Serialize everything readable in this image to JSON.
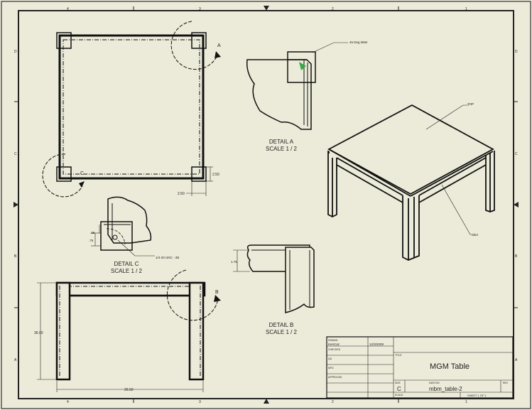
{
  "border": {
    "col_labels": [
      "4",
      "3",
      "2",
      "1"
    ],
    "row_labels": [
      "D",
      "C",
      "B",
      "A"
    ]
  },
  "details": {
    "a": {
      "letter": "A",
      "title": "DETAIL  A",
      "scale": "SCALE 1 / 2"
    },
    "b": {
      "letter": "B",
      "title": "DETAIL  B",
      "scale": "SCALE 1 / 2"
    },
    "c": {
      "letter": "C",
      "title": "DETAIL  C",
      "scale": "SCALE 1 / 2"
    }
  },
  "annotations": {
    "miter": "45 Deg Miter",
    "top": "TOP",
    "skirt": "Skirt",
    "bolt": "1/4-20 UNC - 2B"
  },
  "dimensions": {
    "top_2_50_v": "2.50",
    "top_2_50_h": "2.50",
    "det_c_25": ".25",
    "det_c_75": ".75",
    "det_b_1_75": "1.75",
    "height_36": "36.00",
    "width_26_50": "26.50"
  },
  "title_block": {
    "drawn_label": "DRAWN",
    "drawn_by": "KenCaz",
    "drawn_date": "12/3/2009",
    "checked_label": "CHECKED",
    "qa_label": "QA",
    "mfg_label": "MFG",
    "approved_label": "APPROVED",
    "title_label": "TITLE",
    "title": "MGM Table",
    "size_label": "SIZE",
    "size": "C",
    "dwg_label": "DWG NO",
    "dwg_no": "mbm_table-2",
    "rev_label": "REV",
    "scale_label": "SCALE",
    "sheet": "SHEET 1  OF 1"
  }
}
